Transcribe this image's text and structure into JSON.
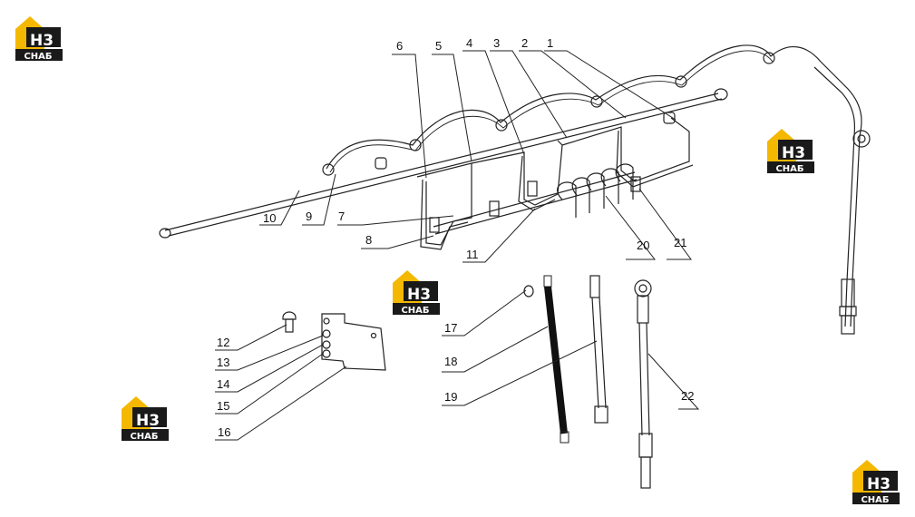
{
  "brand": {
    "logo_mark": "H3",
    "logo_sub": "СНАБ",
    "accent": "#f5b800",
    "dark": "#1a1a1a"
  },
  "callouts": [
    "1",
    "2",
    "3",
    "4",
    "5",
    "6",
    "7",
    "8",
    "9",
    "10",
    "11",
    "12",
    "13",
    "14",
    "15",
    "16",
    "17",
    "18",
    "19",
    "20",
    "21",
    "22"
  ]
}
